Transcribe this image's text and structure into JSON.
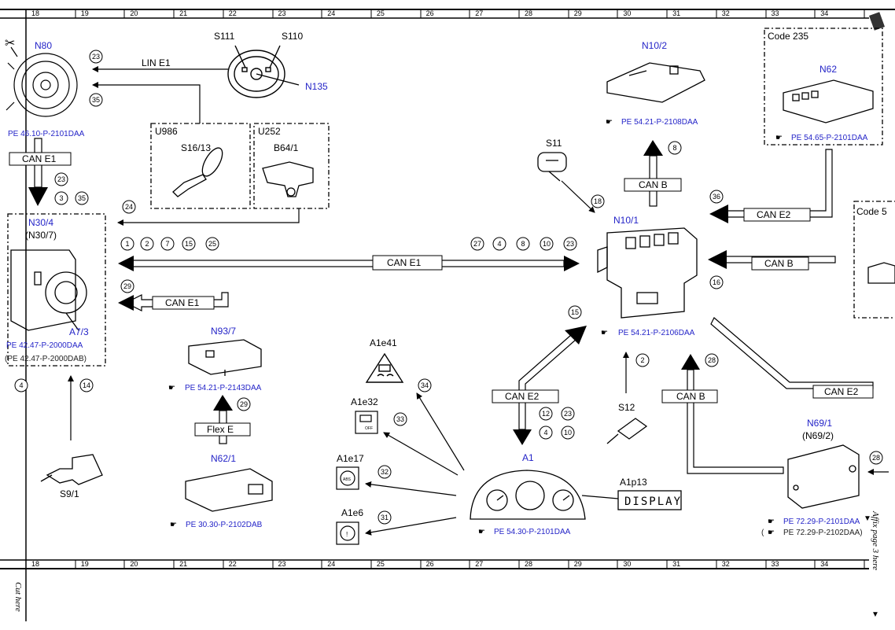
{
  "grid": {
    "columns": [
      "18",
      "19",
      "20",
      "21",
      "22",
      "23",
      "24",
      "25",
      "26",
      "27",
      "28",
      "29",
      "30",
      "31",
      "32",
      "33",
      "34",
      "35"
    ]
  },
  "components": {
    "n80": "N80",
    "n80_ref": "PE 46.10-P-2101DAA",
    "s111": "S111",
    "s110": "S110",
    "n135": "N135",
    "u986": "U986",
    "s16_13": "S16/13",
    "u252": "U252",
    "b64_1": "B64/1",
    "n30_4": "N30/4",
    "n30_7": "(N30/7)",
    "a7_3": "A7/3",
    "n30_ref1": "PE 42.47-P-2000DAA",
    "n30_ref2": "(PE 42.47-P-2000DAB)",
    "s9_1": "S9/1",
    "n93_7": "N93/7",
    "n93_ref": "PE 54.21-P-2143DAA",
    "n62_1": "N62/1",
    "n62_1_ref": "PE 30.30-P-2102DAB",
    "a1e41": "A1e41",
    "a1e32": "A1e32",
    "a1e17": "A1e17",
    "a1e6": "A1e6",
    "a1": "A1",
    "a1_ref": "PE 54.30-P-2101DAA",
    "a1p13": "A1p13",
    "display": "DISPLAY",
    "s11": "S11",
    "n10_1": "N10/1",
    "n10_1_ref": "PE 54.21-P-2106DAA",
    "n10_2": "N10/2",
    "n10_2_ref": "PE 54.21-P-2108DAA",
    "code235": "Code 235",
    "n62": "N62",
    "n62_ref": "PE 54.65-P-2101DAA",
    "code_partial": "Code 5",
    "s12": "S12",
    "n69_1": "N69/1",
    "n69_2": "(N69/2)",
    "n69_ref1": "PE 72.29-P-2101DAA",
    "n69_ref2": "PE 72.29-P-2102DAA)",
    "n69_ref2_prefix": "("
  },
  "buses": {
    "lin_e1": "LIN E1",
    "can_e1_left": "CAN E1",
    "can_e1_main": "CAN E1",
    "can_e1_lower": "CAN E1",
    "flex_e": "Flex E",
    "can_e2_a1": "CAN E2",
    "can_e2_n62": "CAN E2",
    "can_e2_right": "CAN E2",
    "can_b_top": "CAN B",
    "can_b_right": "CAN B",
    "can_b_low": "CAN B"
  },
  "margin": {
    "cut_here": "Cut here",
    "affix": "Affix page 3 here"
  },
  "numbers": {
    "n23a": "23",
    "n35a": "35",
    "n23b": "23",
    "n3": "3",
    "n35b": "35",
    "n24": "24",
    "n1": "1",
    "n2a": "2",
    "n7": "7",
    "n15a": "15",
    "n25": "25",
    "n29a": "29",
    "n4a": "4",
    "n14": "14",
    "n29b": "29",
    "n27": "27",
    "n4b": "4",
    "n8a": "8",
    "n10a": "10",
    "n23c": "23",
    "n8b": "8",
    "n36": "36",
    "n18": "18",
    "n16": "16",
    "n15b": "15",
    "n2b": "2",
    "n28a": "28",
    "n12": "12",
    "n23d": "23",
    "n4c": "4",
    "n10b": "10",
    "n34": "34",
    "n33": "33",
    "n32": "32",
    "n31": "31",
    "n28b": "28"
  }
}
